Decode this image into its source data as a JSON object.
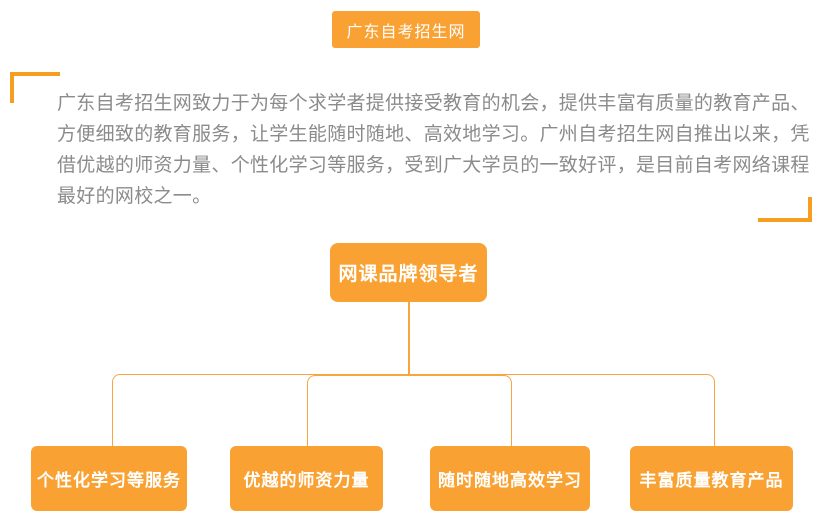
{
  "page": {
    "background": "#ffffff",
    "accent_color": "#f9a233",
    "line_color": "#f8a540",
    "bracket_color": "#f69e1f",
    "text_color": "#8b8b8b"
  },
  "banner": {
    "label": "广东自考招生网"
  },
  "intro": {
    "lines": [
      "广东自考招生网致力于为每个求学者提供接受教育的机会，提供丰富有质量的教育产品、",
      "方便细致的教育服务，让学生能随时随地、高效地学习。广州自考招生网自推出以来，凭",
      "借优越的师资力量、个性化学习等服务，受到广大学员的一致好评，是目前自考网络课程",
      "最好的网校之一。"
    ]
  },
  "diagram": {
    "root": {
      "label": "网课品牌领导者"
    },
    "children": [
      {
        "label": "个性化学习等服务"
      },
      {
        "label": "优越的师资力量"
      },
      {
        "label": "随时随地高效学习"
      },
      {
        "label": "丰富质量教育产品"
      }
    ]
  }
}
